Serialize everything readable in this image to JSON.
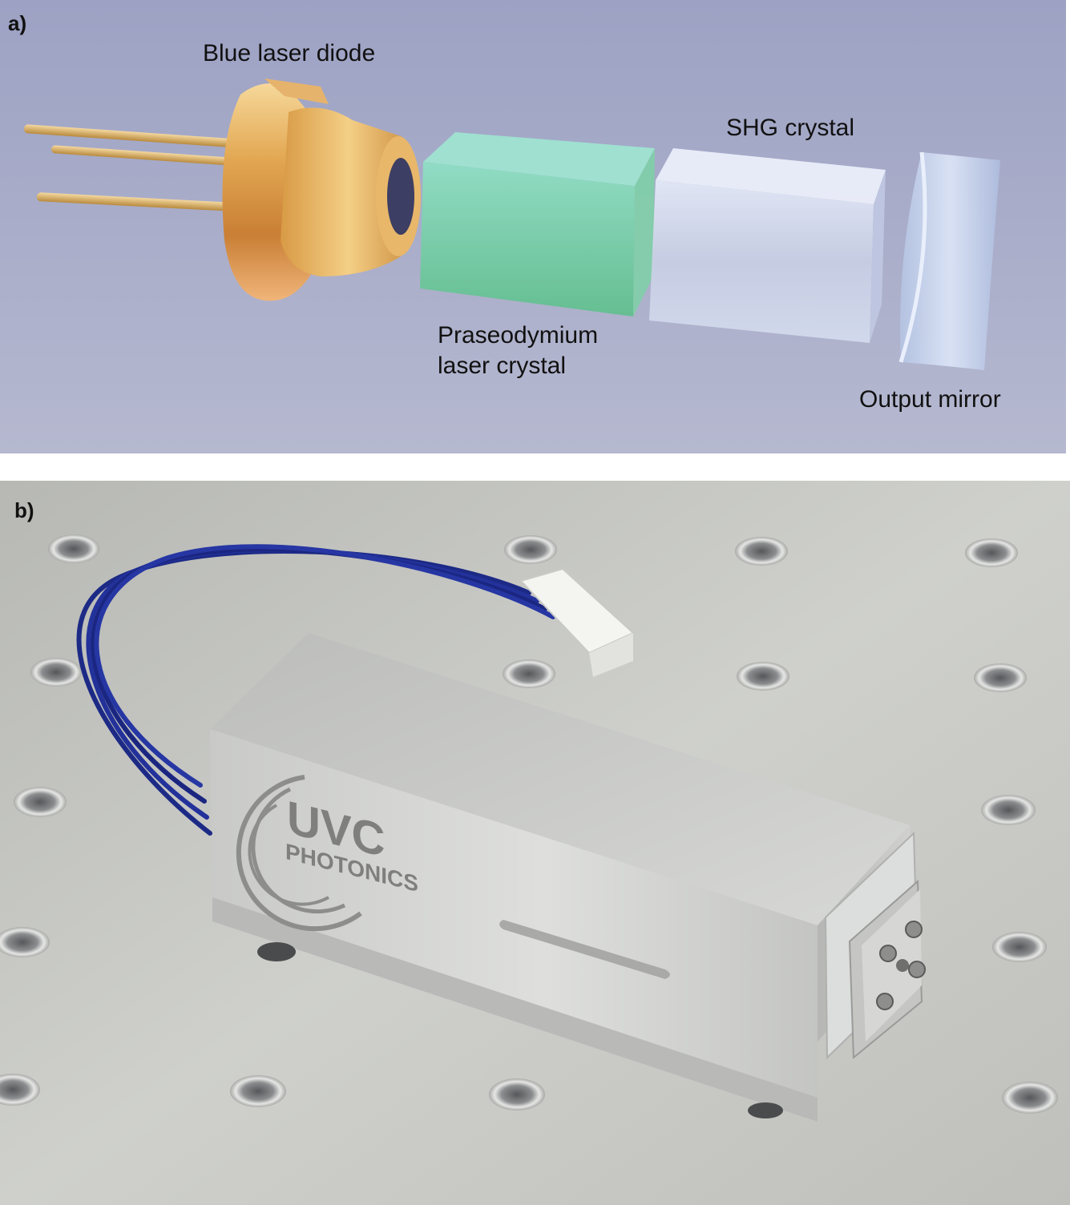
{
  "panel_a": {
    "label": "a)",
    "callouts": {
      "laser_diode": "Blue laser diode",
      "shg_crystal": "SHG crystal",
      "pr_crystal_line1": "Praseodymium",
      "pr_crystal_line2": "laser crystal",
      "output_mirror": "Output mirror"
    }
  },
  "panel_b": {
    "label": "b)",
    "logo_text": {
      "line1": "UVC",
      "line2": "PHOTONICS"
    }
  },
  "colors": {
    "panel_a_background": "#a7abc9",
    "diode_gold": "#d9a04b",
    "pr_crystal": "#6fcfa5",
    "shg_crystal": "#d8def2",
    "mirror": "#c5d3ec",
    "breadboard": "#c6c6c2",
    "housing": "#d2d3d1",
    "cable_blue": "#1c2a86"
  }
}
